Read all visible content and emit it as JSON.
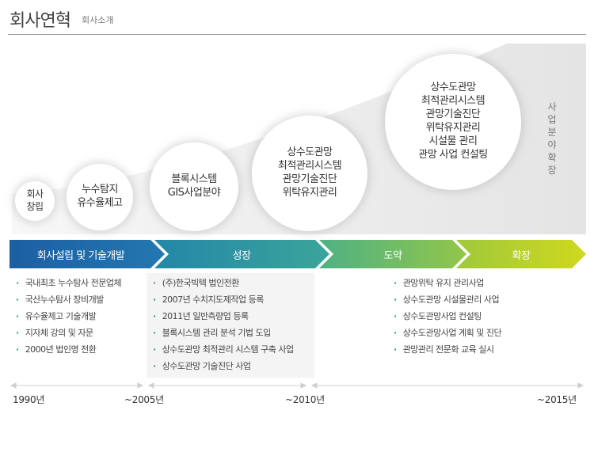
{
  "header": {
    "title": "회사연혁",
    "subtitle": "회사소개"
  },
  "circles": [
    {
      "lines": [
        "회사",
        "창립"
      ]
    },
    {
      "lines": [
        "누수탐지",
        "유수율제고"
      ]
    },
    {
      "lines": [
        "블록시스템",
        "GIS사업분야"
      ]
    },
    {
      "lines": [
        "상수도관망",
        "최적관리시스템",
        "관망기술진단",
        "위탁유지관리"
      ]
    },
    {
      "lines": [
        "상수도관망",
        "최적관리시스템",
        "관망기술진단",
        "위탁유지관리",
        "시설물 관리",
        "관망 사업 컨설팅"
      ]
    }
  ],
  "vertical_label": [
    "사",
    "업",
    "분",
    "야",
    "확",
    "장"
  ],
  "stages": [
    {
      "label": "회사설립 및 기술개발",
      "color": "#1f6aa8"
    },
    {
      "label": "성장",
      "color": "#2e9a9c"
    },
    {
      "label": "도약",
      "color": "#86c24a"
    },
    {
      "label": "확장",
      "color": "#c2d52a"
    }
  ],
  "lists": [
    [
      "국내최초 누수탐사 전문업체",
      "국산누수탐사 장비개발",
      "유수율제고 기술개발",
      "지자체 강의 및 자문",
      "2000년 법인명 전환"
    ],
    [
      "(주)한국빅텍 법인전환",
      "2007년 수치지도제작업 등록",
      "2011년 일반측량업 등록",
      "블록시스템 관리 분석 기법 도입",
      "상수도관망 최적관리 시스템 구축 사업",
      "상수도관망 기술진단 사업"
    ],
    [
      "관망위탁 유지 관리사업",
      "상수도관망 시설물관리 사업",
      "상수도관망사업 컨설팅",
      "상수도관망사업 계획 및 진단",
      "관망관리 전문화 교육 실시"
    ]
  ],
  "years": [
    "1990년",
    "~2005년",
    "~2010년",
    "~2015년"
  ]
}
